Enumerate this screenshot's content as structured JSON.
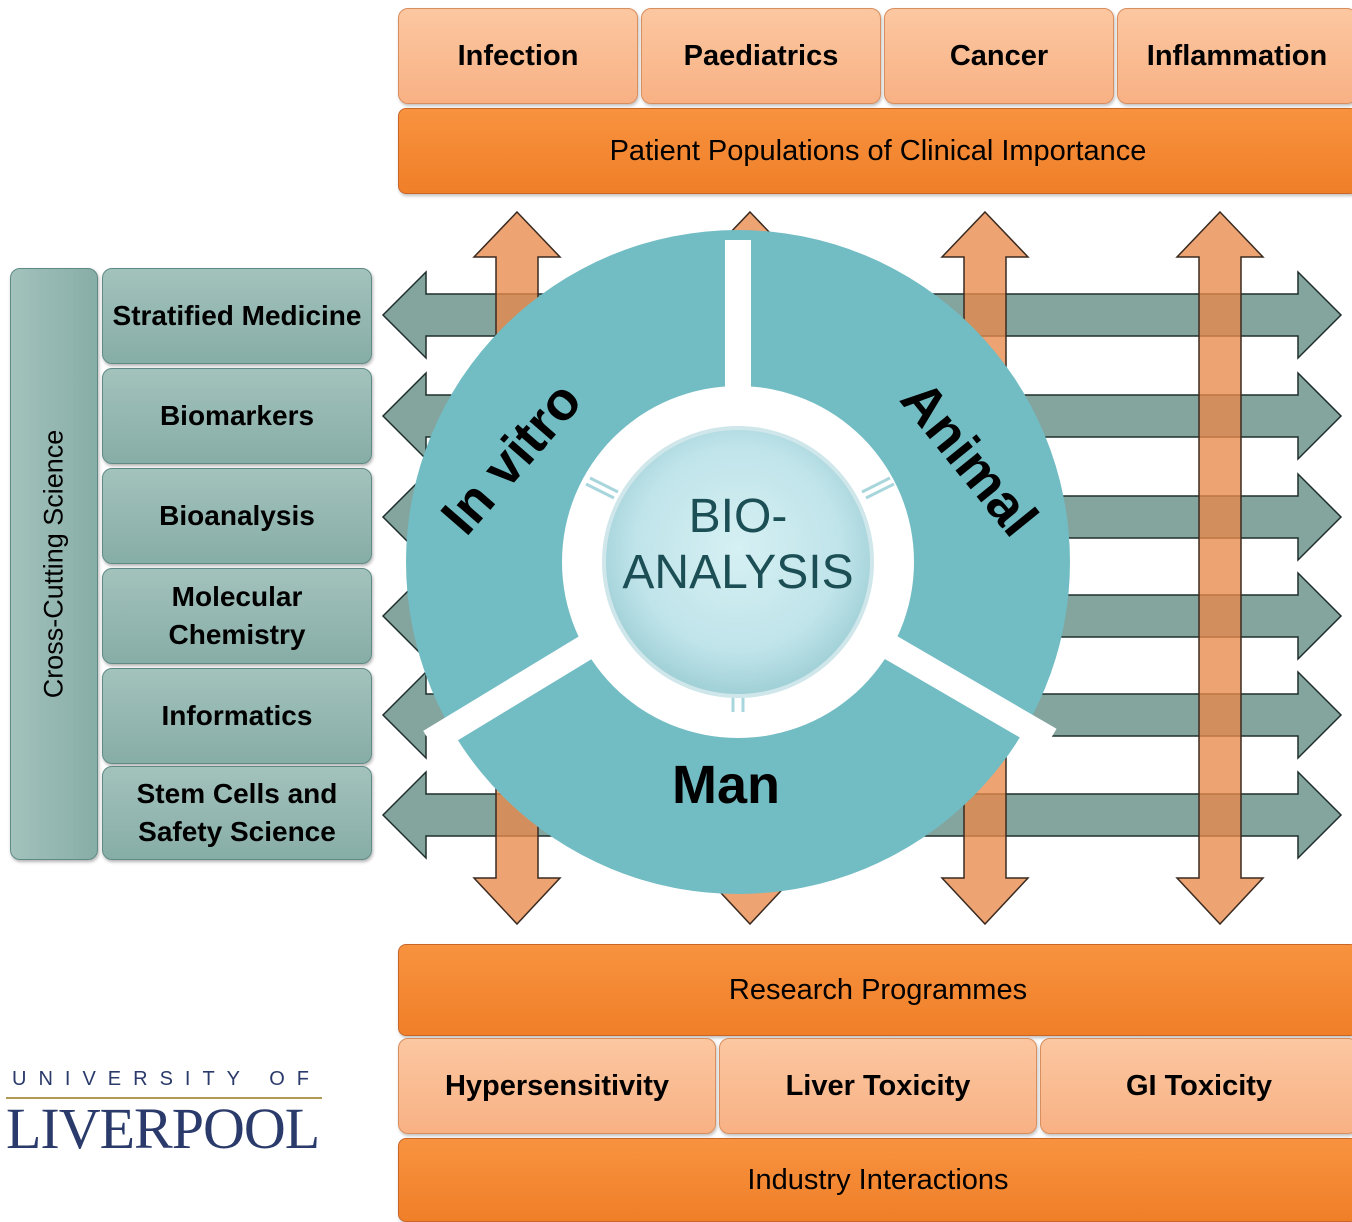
{
  "top_categories": [
    "Infection",
    "Paediatrics",
    "Cancer",
    "Inflammation"
  ],
  "top_bar": "Patient Populations of Clinical Importance",
  "side_label": "Cross-Cutting Science",
  "side_items": [
    "Stratified Medicine",
    "Biomarkers",
    "Bioanalysis",
    "Molecular Chemistry",
    "Informatics",
    "Stem Cells and Safety Science"
  ],
  "wheel": {
    "center": [
      "BIO-",
      "ANALYSIS"
    ],
    "segments": [
      "In vitro",
      "Animal",
      "Man"
    ]
  },
  "research_bar": "Research Programmes",
  "programmes": [
    "Hypersensitivity",
    "Liver Toxicity",
    "GI Toxicity"
  ],
  "industry_bar": "Industry Interactions",
  "logo": {
    "line1": "UNIVERSITY OF",
    "line2": "LIVERPOOL"
  },
  "colors": {
    "orange": "#f28532",
    "peach": "#f9b98e",
    "teal": "#72bcc4",
    "gray_green": "#8aaca6"
  }
}
